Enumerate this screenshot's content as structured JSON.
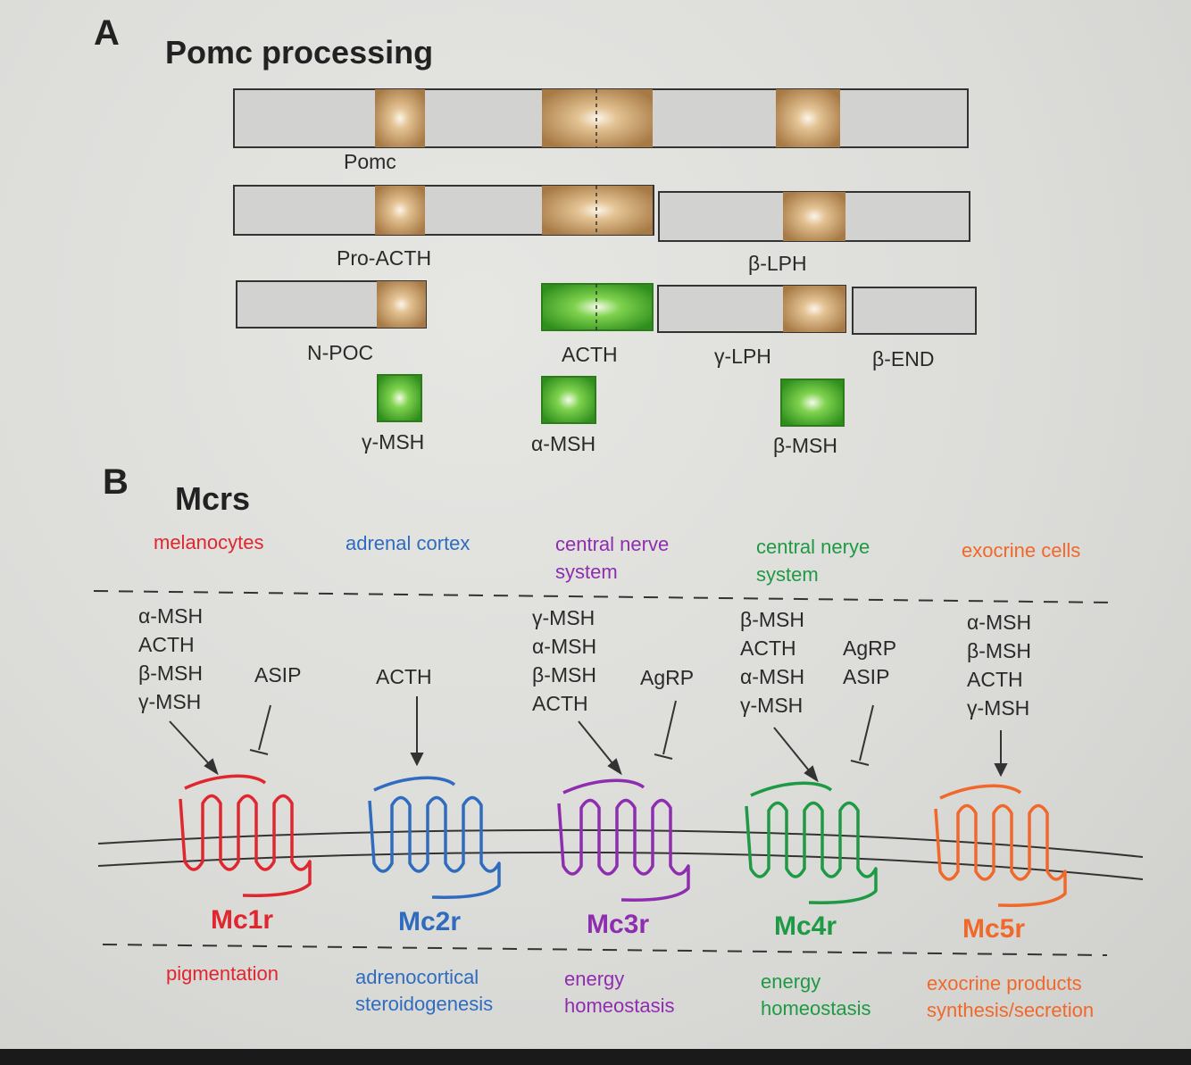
{
  "panel_a": {
    "letter": "A",
    "title": "Pomc processing",
    "labels": {
      "pomc": "Pomc",
      "pro_acth": "Pro-ACTH",
      "beta_lph": "β-LPH",
      "n_poc": "N-POC",
      "acth": "ACTH",
      "gamma_lph": "γ-LPH",
      "beta_end": "β-END",
      "gamma_msh": "γ-MSH",
      "alpha_msh": "α-MSH",
      "beta_msh": "β-MSH"
    }
  },
  "panel_b": {
    "letter": "B",
    "title": "Mcrs",
    "receptors": [
      {
        "name": "Mc1r",
        "color": "#e0262e",
        "tissue": "melanocytes",
        "agonists": "α-MSH\nACTH\nβ-MSH\nγ-MSH",
        "antagonists": "ASIP",
        "function": "pigmentation"
      },
      {
        "name": "Mc2r",
        "color": "#2f6cc0",
        "tissue": "adrenal cortex",
        "agonists": "ACTH",
        "antagonists": "",
        "function": "adrenocortical\nsteroidogenesis"
      },
      {
        "name": "Mc3r",
        "color": "#8f2db0",
        "tissue": "central nerve\nsystem",
        "agonists": "γ-MSH\nα-MSH\nβ-MSH\nACTH",
        "antagonists": "AgRP",
        "function": "energy\nhomeostasis"
      },
      {
        "name": "Mc4r",
        "color": "#1e9a44",
        "tissue": "central nerye\nsystem",
        "agonists": "β-MSH\nACTH\nα-MSH\nγ-MSH",
        "antagonists": "AgRP\nASIP",
        "function": "energy\nhomeostasis"
      },
      {
        "name": "Mc5r",
        "color": "#f0692a",
        "tissue": "exocrine cells",
        "agonists": "α-MSH\nβ-MSH\nACTH\nγ-MSH",
        "antagonists": "",
        "function": "exocrine products\nsynthesis/secretion"
      }
    ]
  },
  "colors": {
    "segment_gray": "#d2d2d0",
    "msh_core_orange": "#c79a63",
    "active_green": "#3fae2a"
  }
}
